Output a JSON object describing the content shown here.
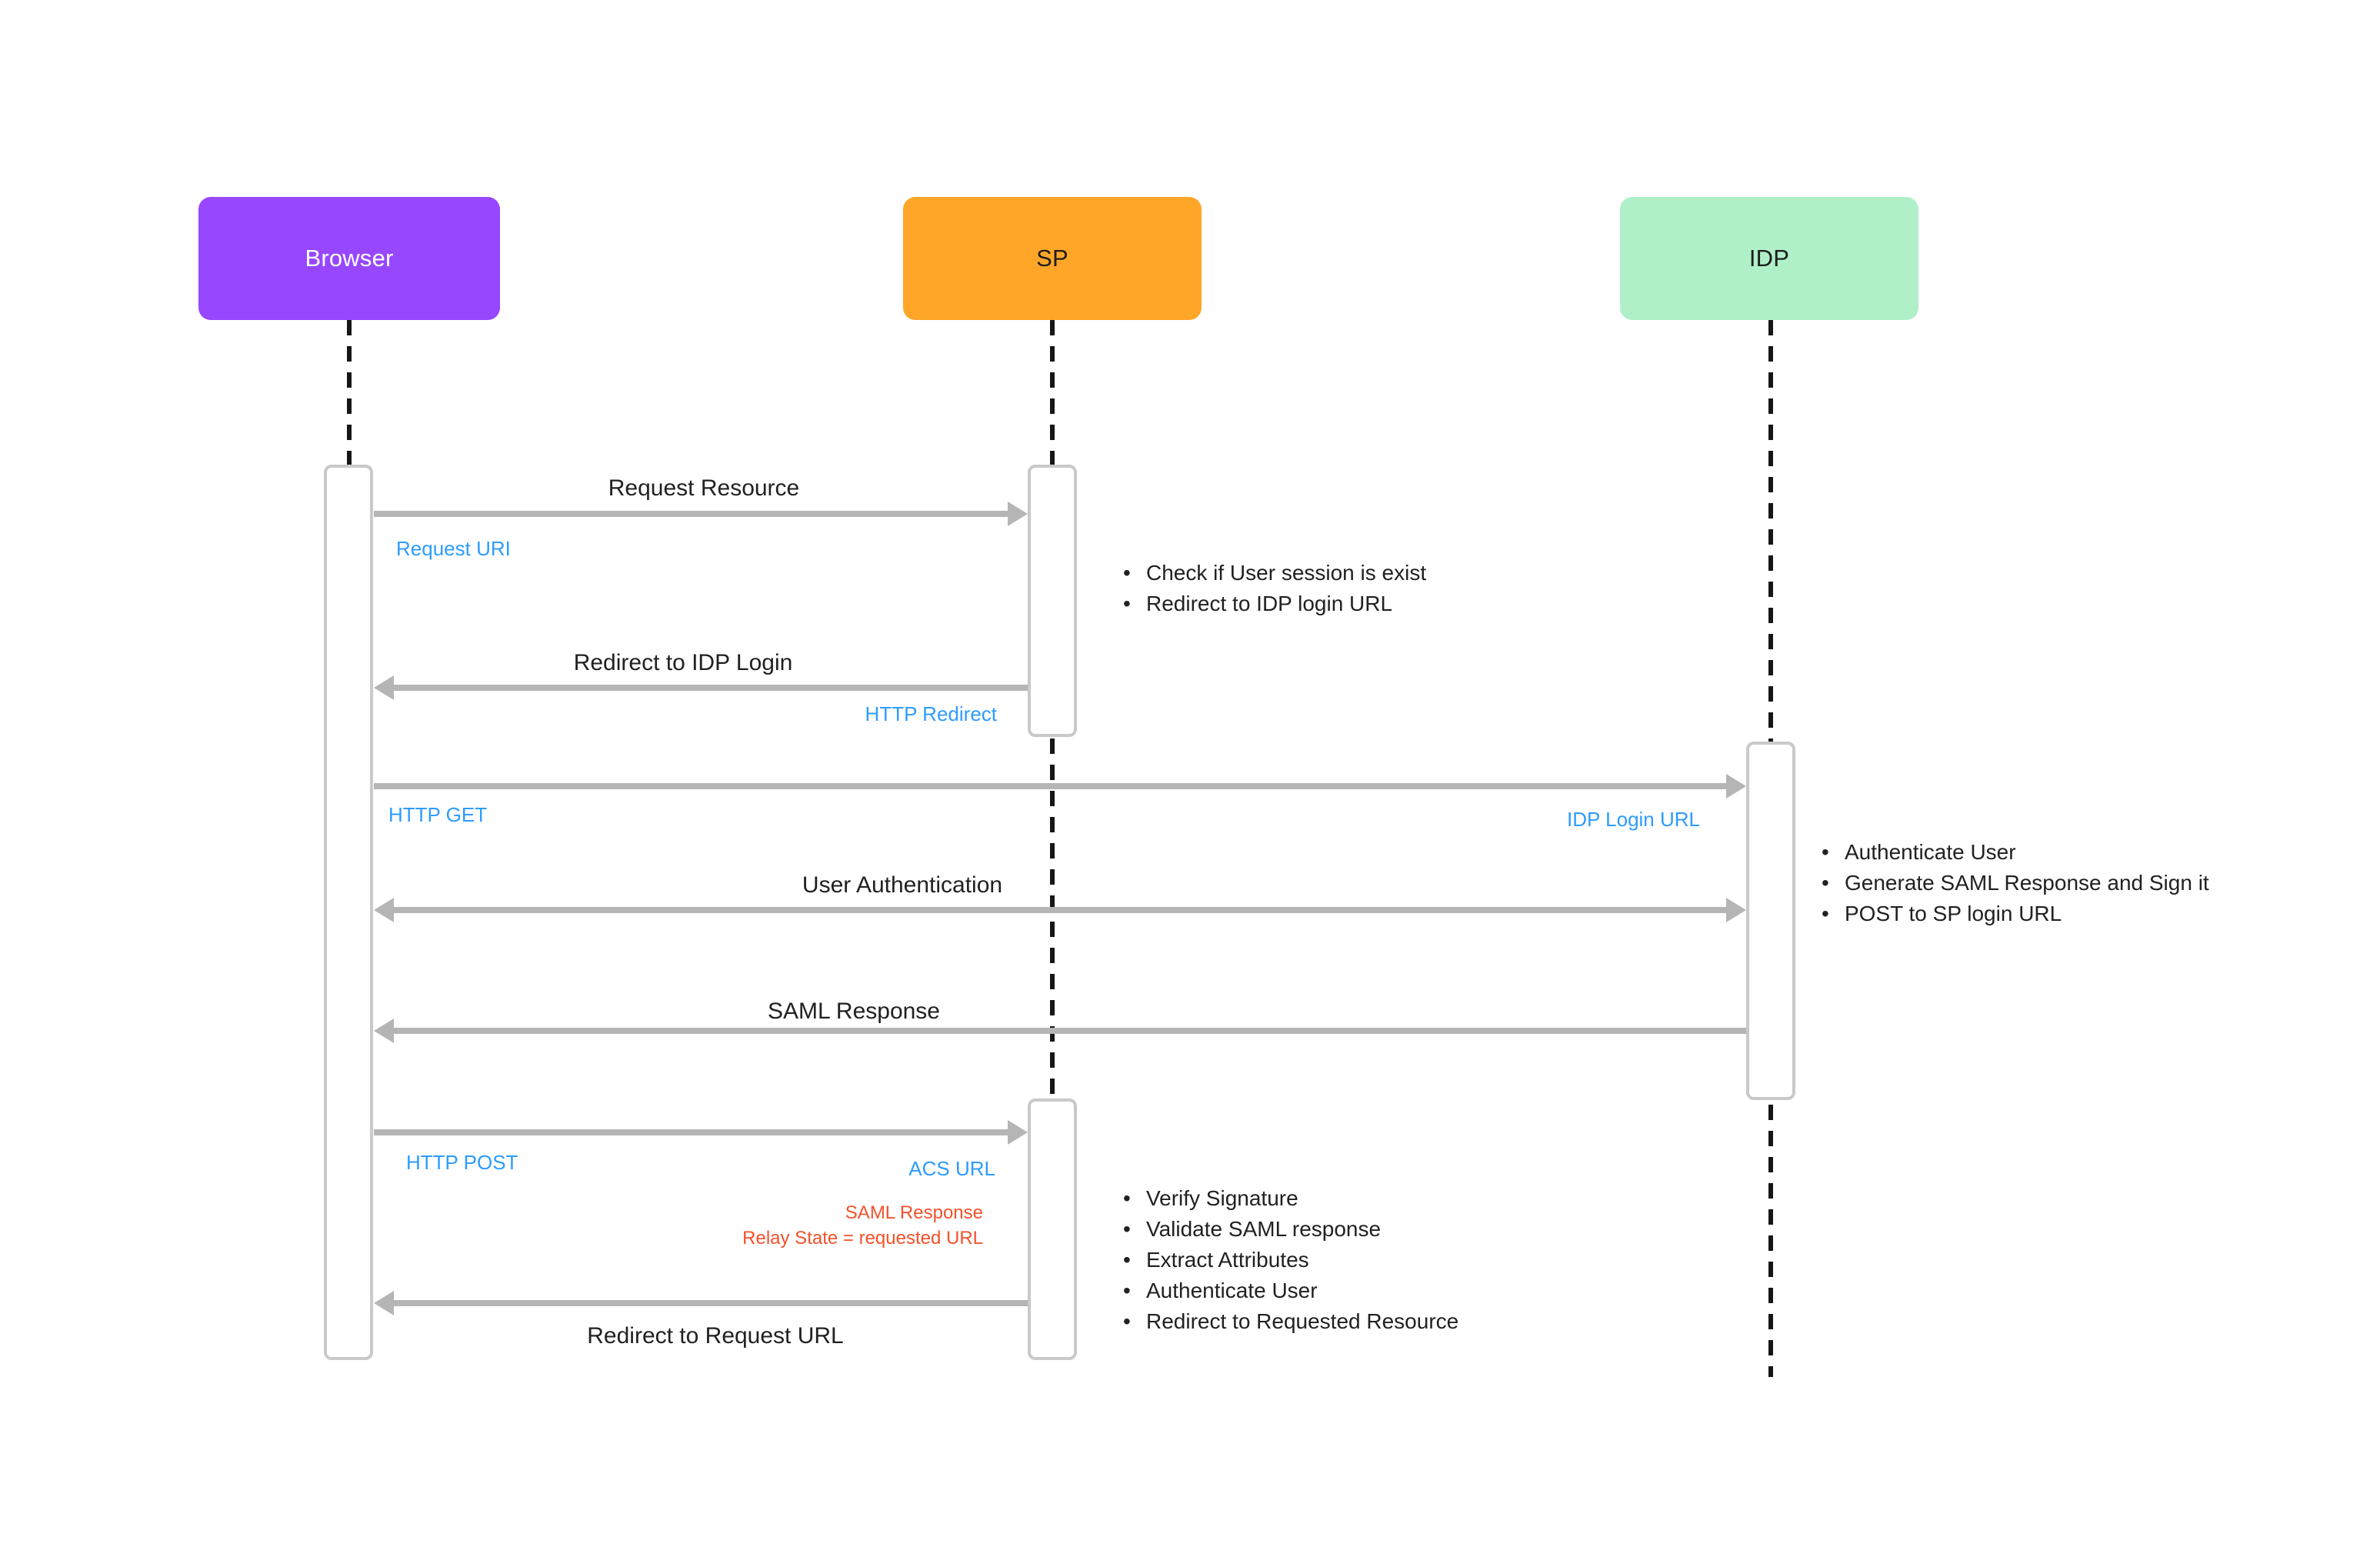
{
  "actors": [
    {
      "label": "Browser"
    },
    {
      "label": "SP"
    },
    {
      "label": "IDP"
    }
  ],
  "messages": [
    {
      "label": "Request Resource",
      "tech": "Request URI"
    },
    {
      "label": "Redirect to IDP Login",
      "tech": "HTTP Redirect"
    },
    {
      "tech": "HTTP GET",
      "endpoint": "IDP Login URL"
    },
    {
      "label": "User Authentication"
    },
    {
      "label": "SAML Response"
    },
    {
      "tech": "HTTP POST",
      "endpoint": "ACS URL",
      "params": [
        "SAML Response",
        "Relay State = requested URL"
      ]
    },
    {
      "label": "Redirect to Request URL"
    }
  ],
  "notes": {
    "sp_first": [
      "Check if User session is exist",
      "Redirect to IDP login URL"
    ],
    "idp": [
      "Authenticate User",
      "Generate SAML Response and Sign it",
      "POST to SP login URL"
    ],
    "sp_second": [
      "Verify Signature",
      "Validate SAML response",
      "Extract Attributes",
      "Authenticate User",
      "Redirect to Requested Resource"
    ]
  },
  "colors": {
    "browser_fill": "#9747FF",
    "sp_fill": "#FFA629",
    "idp_fill": "#AFF0C9",
    "arrow": "#B5B5B5",
    "activation_border": "#C9C9C9",
    "lifeline": "#161616",
    "label_blue": "#2D9CFF",
    "label_red": "#F4512C",
    "text": "#212121"
  }
}
